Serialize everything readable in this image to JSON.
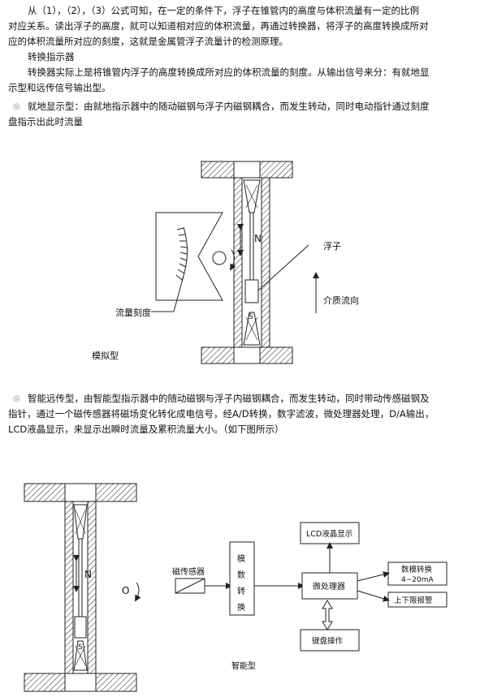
{
  "intro": {
    "line1": "从（1），（2），（3）公式可知，在一定的条件下，浮子在锥管内的高度与体积流量有一定的比例",
    "line2": "对应关系。读出浮子的高度，就可以知道相对应的体积流量，再通过转换器，将浮子的高度转换成所对",
    "line3": "应的体积流量所对应的刻度，这就是金属管浮子流量计的检测原理。"
  },
  "converter": {
    "heading": "转换指示器",
    "line1": "转换器实际上是将锥管内浮子的高度转换成所对应的体积流量的刻度。从输出信号来分：有就地显",
    "line2": "示型和远传信号输出型。"
  },
  "local_display": {
    "bullet": "◎",
    "line1": "就地显示型：由就地指示器中的随动磁钢与浮子内磁钢耦合，而发生转动，同时电动指针通过刻度",
    "line2": "盘指示出此时流量"
  },
  "diagram1": {
    "label_float": "浮子",
    "label_flow_direction": "介质流向",
    "label_scale": "流量刻度",
    "label_n": "N",
    "label_s": "S",
    "caption": "模拟型"
  },
  "smart": {
    "bullet": "◎",
    "line1": "智能远传型，由智能型指示器中的随动磁钢与浮子内磁钢耦合，而发生转动，同时带动传感磁钢及",
    "line2": "指针，通过一个磁传感器将磁场变化转化成电信号，经A/D转换，数字滤波，微处理器处理，D/A输出，",
    "line3": "LCD液晶显示，来显示出瞬时流量及累积流量大小。（如下图所示）"
  },
  "diagram2": {
    "label_n": "N",
    "label_s": "S",
    "label_o": "O",
    "sensor": "磁传感器",
    "adc": [
      "模",
      "数",
      "转",
      "换"
    ],
    "lcd": "LCD液晶显示",
    "cpu": "微处理器",
    "dac": "数模转换",
    "dac_range": "4~20mA",
    "alarm": "上下限报警",
    "keyboard": "键盘操作",
    "caption": "智能型"
  }
}
